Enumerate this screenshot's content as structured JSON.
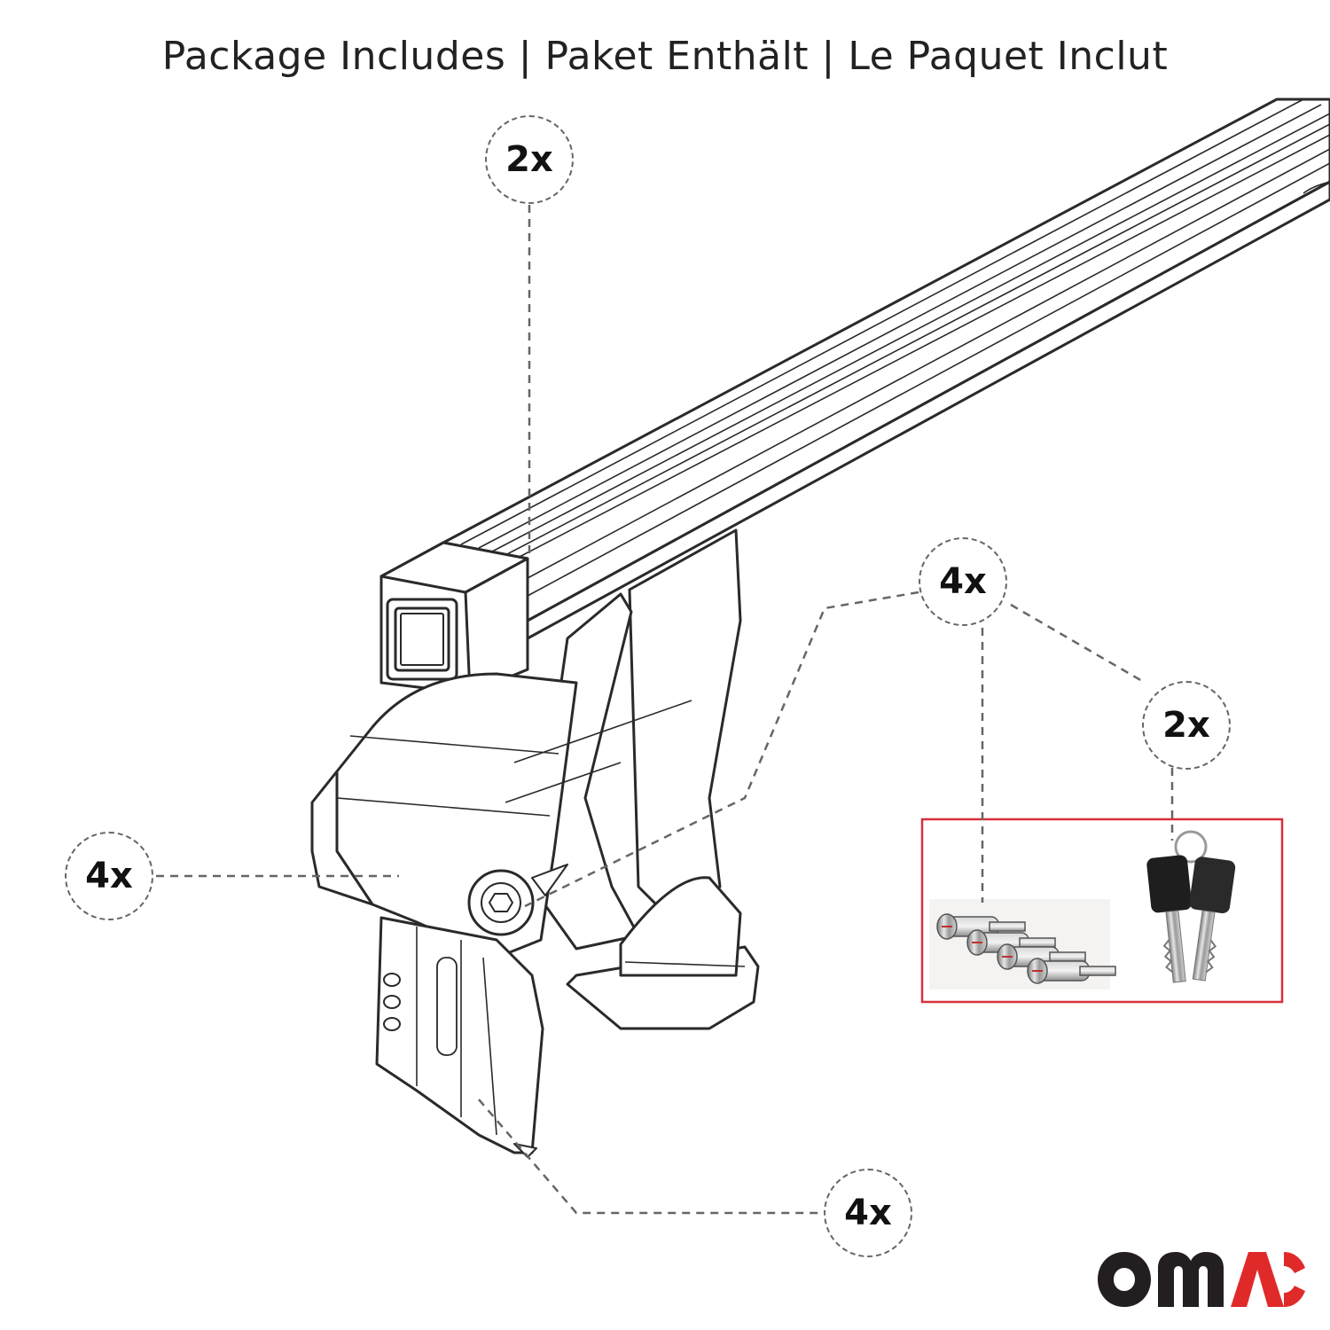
{
  "title": "Package Includes | Paket Enthält | Le Paquet Inclut",
  "callouts": {
    "bar_qty": "2x",
    "lock_cylinder_qty": "4x",
    "key_qty": "2x",
    "foot_qty": "4x",
    "bracket_qty": "4x"
  },
  "brand": {
    "logo_prefix": "OM",
    "logo_suffix": "AC",
    "dark_color": "#231f20",
    "accent_color": "#e02a2a"
  },
  "colors": {
    "line_art": "#2a2a2a",
    "dashed": "#666666",
    "highlight_box": "#d9303b"
  },
  "icons": {
    "bar": "roof-bar-illustration",
    "foot": "roof-rack-foot-illustration",
    "locks": "lock-cylinders-photo",
    "keys": "keys-photo"
  }
}
